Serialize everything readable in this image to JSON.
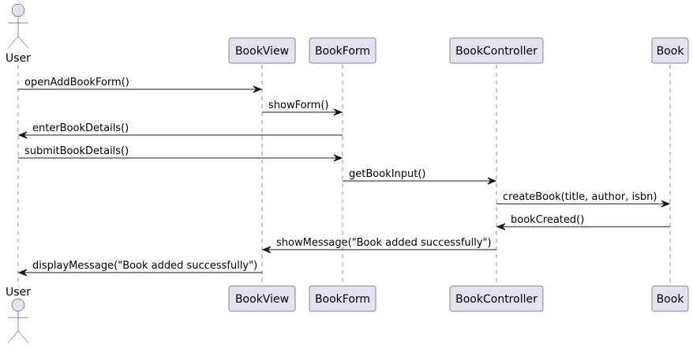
{
  "diagram": {
    "type": "sequence",
    "participants": [
      {
        "id": "user",
        "label": "User",
        "kind": "actor"
      },
      {
        "id": "bookview",
        "label": "BookView",
        "kind": "participant"
      },
      {
        "id": "bookform",
        "label": "BookForm",
        "kind": "participant"
      },
      {
        "id": "bookcontroller",
        "label": "BookController",
        "kind": "participant"
      },
      {
        "id": "book",
        "label": "Book",
        "kind": "participant"
      }
    ],
    "messages": [
      {
        "from": "user",
        "to": "bookview",
        "label": "openAddBookForm()"
      },
      {
        "from": "bookview",
        "to": "bookform",
        "label": "showForm()"
      },
      {
        "from": "bookform",
        "to": "user",
        "label": "enterBookDetails()"
      },
      {
        "from": "user",
        "to": "bookform",
        "label": "submitBookDetails()"
      },
      {
        "from": "bookform",
        "to": "bookcontroller",
        "label": "getBookInput()"
      },
      {
        "from": "bookcontroller",
        "to": "book",
        "label": "createBook(title, author, isbn)"
      },
      {
        "from": "book",
        "to": "bookcontroller",
        "label": "bookCreated()"
      },
      {
        "from": "bookcontroller",
        "to": "bookview",
        "label": "showMessage(\"Book added successfully\")"
      },
      {
        "from": "bookview",
        "to": "user",
        "label": "displayMessage(\"Book added successfully\")"
      }
    ],
    "colors": {
      "participant_fill": "#e2e2f0",
      "stroke": "#181818",
      "text": "#000000",
      "background": "#ffffff"
    }
  }
}
